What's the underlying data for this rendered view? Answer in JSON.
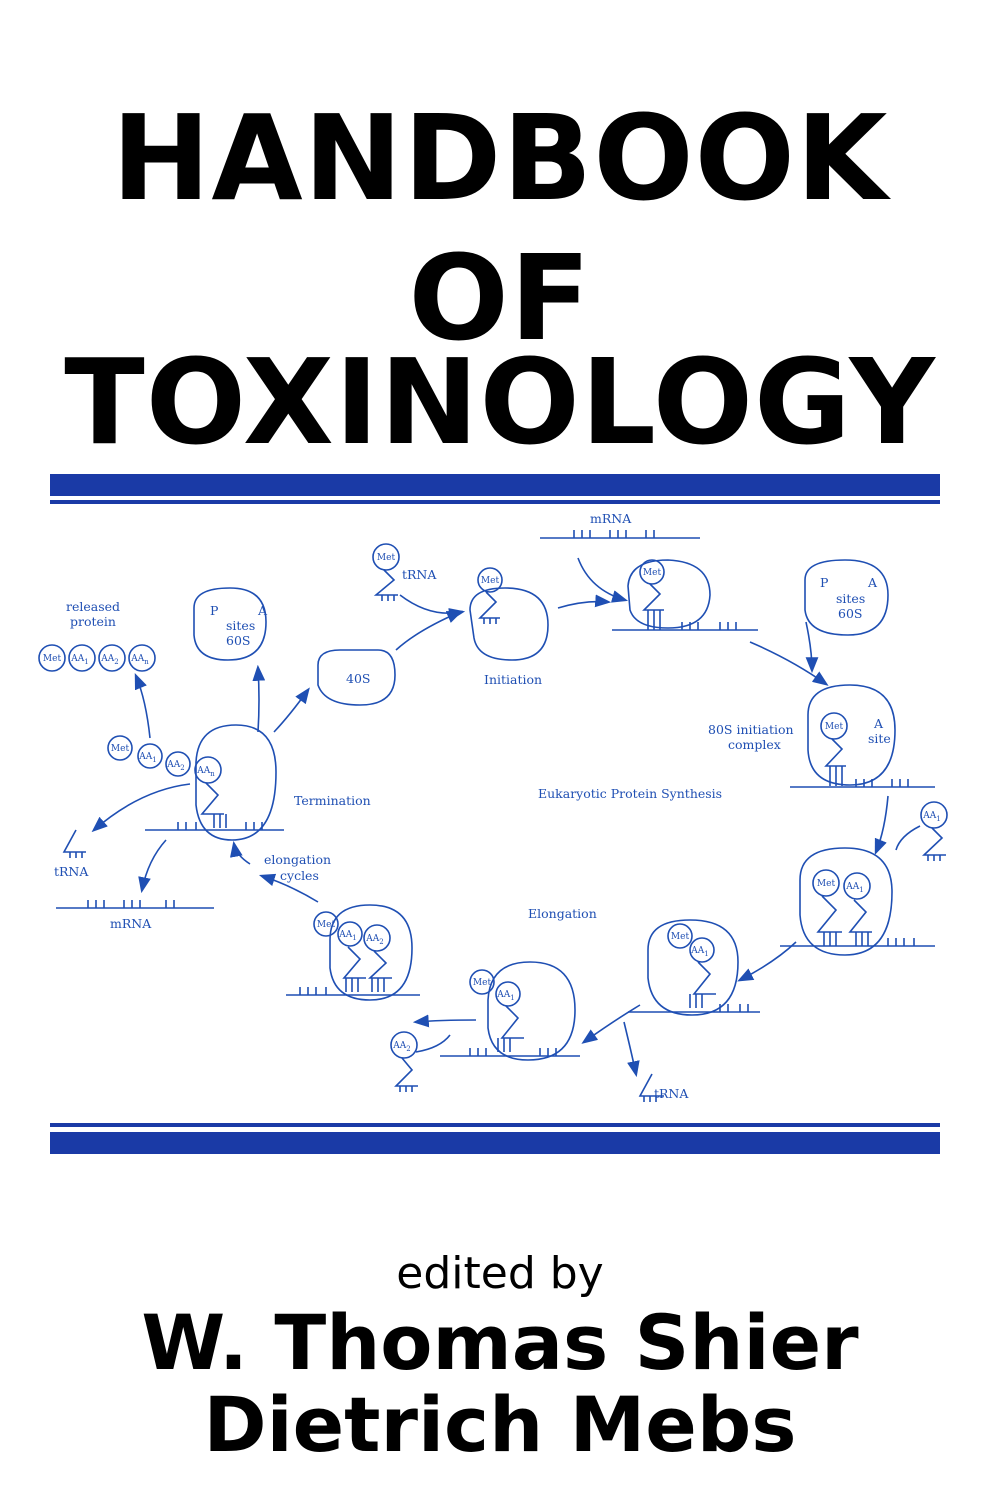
{
  "cover": {
    "title_line1": "HANDBOOK",
    "title_line2": "OF",
    "title_line3": "TOXINOLOGY",
    "edited_by": "edited by",
    "editor1": "W. Thomas Shier",
    "editor2": "Dietrich Mebs",
    "band_color": "#1a3aa6",
    "diagram_color": "#1f4fb3"
  },
  "diagram": {
    "title": "Eukaryotic Protein Synthesis",
    "initiation": "Initiation",
    "elongation": "Elongation",
    "termination": "Termination",
    "elongation_cycles_1": "elongation",
    "elongation_cycles_2": "cycles",
    "released_1": "released",
    "released_2": "protein",
    "complex_1": "80S initiation",
    "complex_2": "complex",
    "a_site_letter": "A",
    "a_site_word": "site",
    "sites_p": "P",
    "sites_a": "A",
    "sites_word": "sites",
    "sixty_s": "60S",
    "forty_s": "40S",
    "mrna": "mRNA",
    "trna": "tRNA",
    "met": "Met",
    "aa": "AA",
    "sub1": "1",
    "sub2": "2",
    "subn": "n"
  }
}
